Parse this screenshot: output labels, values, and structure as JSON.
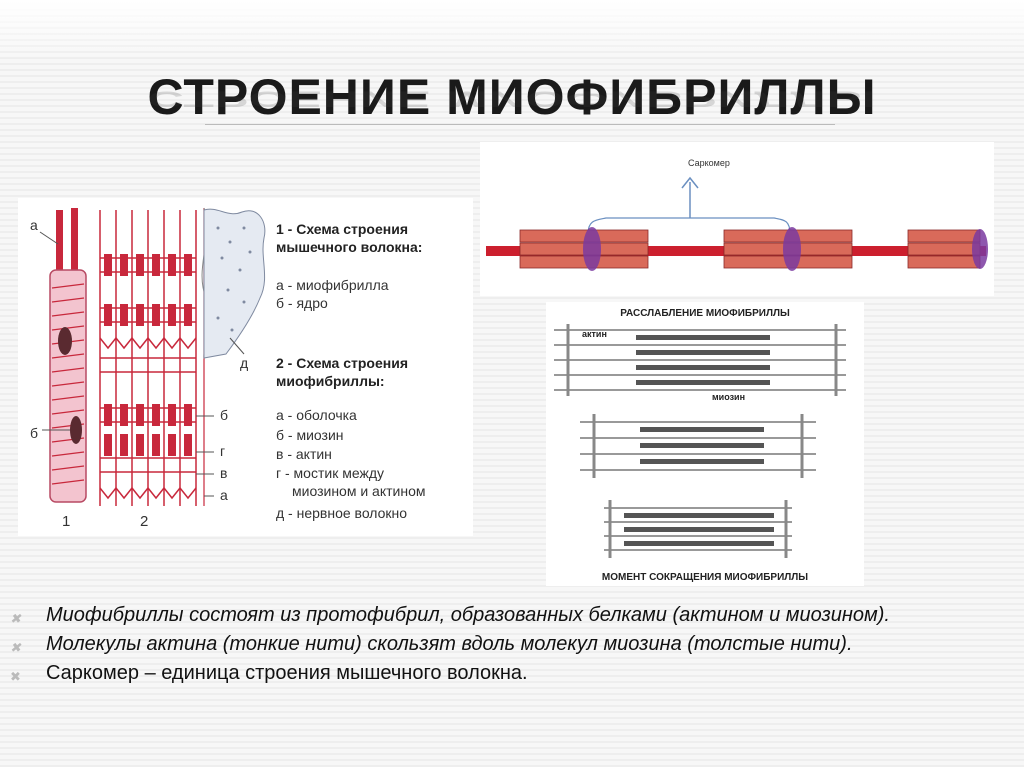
{
  "slide": {
    "title": "СТРОЕНИЕ МИОФИБРИЛЛЫ",
    "bullet_marker": "✖",
    "bullets": [
      "Миофибриллы состоят из протофибрил, образованных белками (актином и миозином).",
      "Молекулы актина (тонкие нити) скользят вдоль молекул миозина (толстые нити).",
      "Саркомер – единица строения мышечного волокна."
    ]
  },
  "fig1": {
    "legend1_title_line1": "1 - Схема строения",
    "legend1_title_line2": "мышечного волокна:",
    "legend1_items": [
      "а - миофибрилла",
      "б - ядро"
    ],
    "legend2_title_line1": "2 - Схема строения",
    "legend2_title_line2": "миофибриллы:",
    "legend2_items": [
      "а - оболочка",
      "б - миозин",
      "в - актин",
      "г - мостик между",
      "миозином и актином",
      "д - нервное волокно"
    ],
    "letter_a": "а",
    "letter_b": "б",
    "letter_d": "д",
    "right_letters": [
      "б",
      "г",
      "в",
      "а"
    ],
    "num1": "1",
    "num2": "2"
  },
  "fig2": {
    "label": "Саркомер"
  },
  "fig3": {
    "title_top": "РАССЛАБЛЕНИЕ МИОФИБРИЛЛЫ",
    "label_actin": "актин",
    "label_myosin": "миозин",
    "title_bottom": "МОМЕНТ СОКРАЩЕНИЯ МИОФИБРИЛЛЫ"
  },
  "colors": {
    "fiber_red": "#c8283c",
    "fiber_pink": "#e8a0b0",
    "sarcomere_red": "#cc1f2e",
    "sarcomere_band": "#d96a5a",
    "disc_purple": "#7a3aa0"
  }
}
